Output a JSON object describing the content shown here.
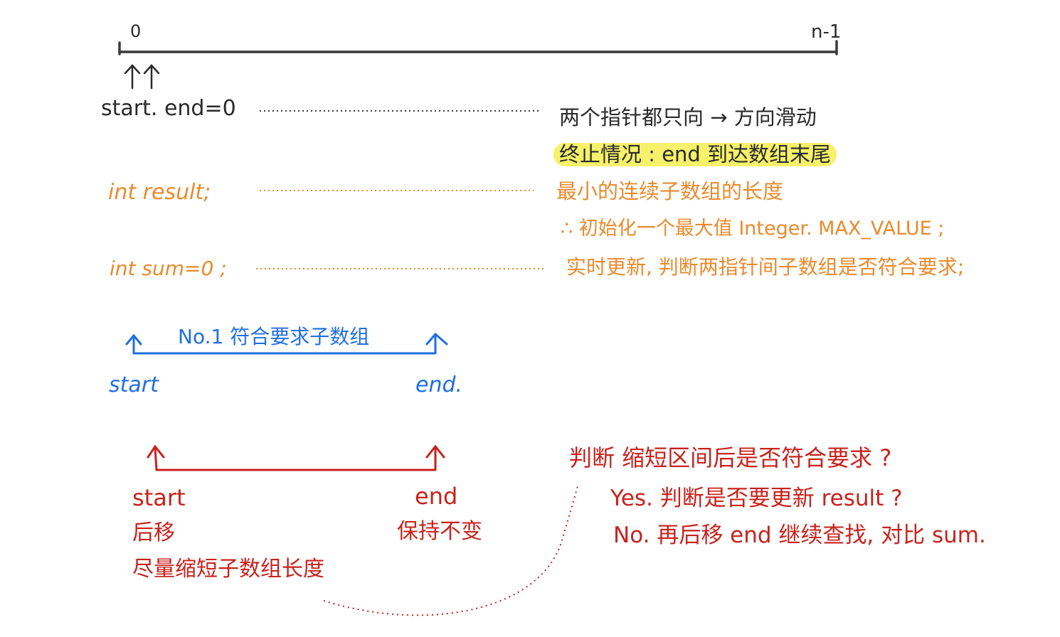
{
  "colors": {
    "dark": "#2a2a2a",
    "orange": "#ea8a2c",
    "blue": "#1f6fe0",
    "red": "#c8221c",
    "highlight": "#f6f16a"
  },
  "axis": {
    "left_label": "0",
    "right_label": "n-1"
  },
  "pointers_glyph": "↑↑",
  "init_line": {
    "code": "start. end=0",
    "note_1": "两个指针都只向 → 方向滑动",
    "note_2": "终止情况 : end 到达数组末尾"
  },
  "result_line": {
    "code": "int  result;",
    "note_1": "最小的连续子数组的长度",
    "note_2": "∴ 初始化一个最大值    Integer. MAX_VALUE ;"
  },
  "sum_line": {
    "code": "int  sum=0 ;",
    "note": "实时更新, 判断两指针间子数组是否符合要求;"
  },
  "blue_block": {
    "arrow": "↑",
    "title": "No.1  符合要求子数组",
    "start": "start",
    "end": "end."
  },
  "red_block": {
    "arrow": "↑",
    "start": "start",
    "start_move": "后移",
    "start_note": "尽量缩短子数组长度",
    "end": "end",
    "end_keep": "保持不变",
    "question": "判断 缩短区间后是否符合要求 ?",
    "yes": "Yes. 判断是否要更新 result ?",
    "no": "No.  再后移 end 继续查找, 对比 sum."
  }
}
